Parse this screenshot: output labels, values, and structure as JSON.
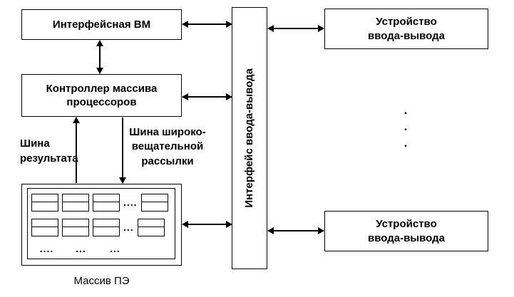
{
  "diagram": {
    "interface_vm": {
      "label": "Интерфейсная ВМ"
    },
    "controller": {
      "label": "Контроллер массива\nпроцессоров"
    },
    "io_interface": {
      "label": "Интерфейс ввода-вывода"
    },
    "io_device_top": {
      "label": "Устройство\nввода-вывода"
    },
    "io_device_bottom": {
      "label": "Устройство\nввода-вывода"
    },
    "bus_labels": {
      "result": "Шина\nрезультата",
      "broadcast": "Шина широко-\nвещательной\nрассылки"
    },
    "pe_array": {
      "caption": "Массив ПЭ",
      "row1_dots": "....",
      "row2_dots": "...",
      "bottom_dots_1": "....",
      "bottom_dots_2": "...",
      "bottom_dots_3": "..."
    },
    "vertical_ellipsis": ".\n.\n.",
    "colors": {
      "line": "#000000",
      "background": "#ffffff"
    }
  }
}
